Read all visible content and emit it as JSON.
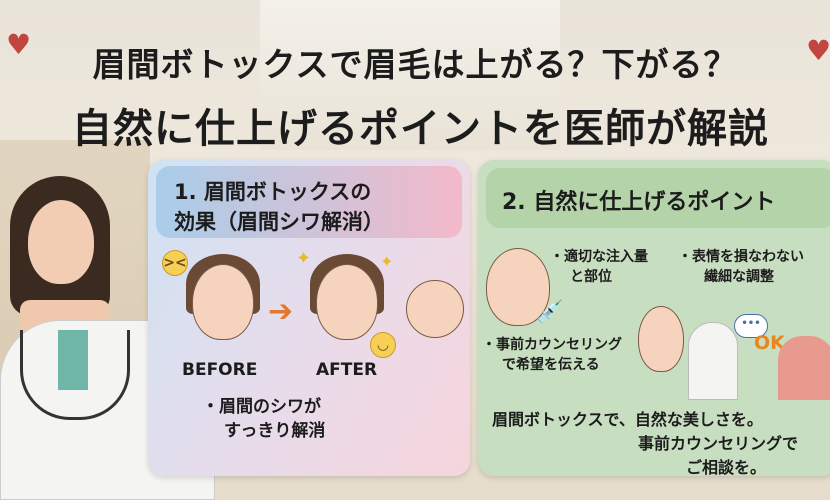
{
  "title": {
    "line1": "眉間ボトックスで眉毛は上がる？下がる？",
    "line2": "自然に仕上げるポイントを医師が解説"
  },
  "left_panel": {
    "heading_line1": "1. 眉間ボトックスの",
    "heading_line2": "効果（眉間シワ解消）",
    "before_label": "BEFORE",
    "after_label": "AFTER",
    "bullet_line1": "・眉間のシワが",
    "bullet_line2": "すっきり解消"
  },
  "right_panel": {
    "heading": "2. 自然に仕上げるポイント",
    "point1_line1": "・適切な注入量",
    "point1_line2": "と部位",
    "point2_line1": "・表情を損なわない",
    "point2_line2": "繊細な調整",
    "point3_line1": "・事前カウンセリング",
    "point3_line2": "で希望を伝える",
    "ok_label": "OK",
    "closing_line1": "眉間ボトックスで、自然な美しさを。",
    "closing_line2": "事前カウンセリングで",
    "closing_line3": "ご相談を。"
  },
  "colors": {
    "left_panel_blue": "#a9cdea",
    "left_panel_pink": "#f3b9c9",
    "right_panel_green": "#c8dec0",
    "arrow": "#e0792e",
    "ok": "#e8861f"
  }
}
